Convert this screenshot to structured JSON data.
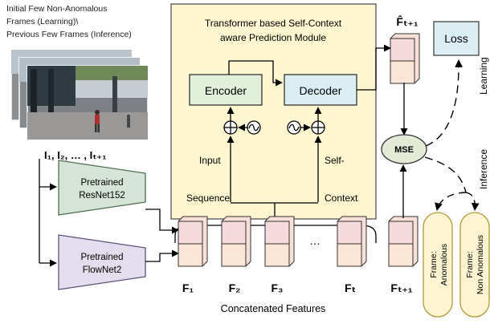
{
  "input_caption": {
    "line1": "Initial Few Non-Anomalous",
    "line2": "Frames (Learning)\\",
    "line3": "Previous Few Frames (Inference)"
  },
  "frames_label": "I₁,  I₂,  … , Iₜ₊₁",
  "module": {
    "title_line1": "Transformer based Self-Context",
    "title_line2": "aware Prediction Module",
    "encoder": "Encoder",
    "decoder": "Decoder",
    "input_label_line1": "Input",
    "input_label_line2": "Sequence",
    "self_context_line1": "Self-",
    "self_context_line2": "Context"
  },
  "extractors": {
    "resnet_line1": "Pretrained",
    "resnet_line2": "ResNet152",
    "flownet_line1": "Pretrained",
    "flownet_line2": "FlowNet2"
  },
  "features": {
    "labels": [
      "F₁",
      "F₂",
      "F₃",
      "Fₜ"
    ],
    "ellipsis": "…",
    "caption": "Concatenated Features",
    "target_label": "Fₜ₊₁",
    "predicted_label": "F̂ₜ₊₁"
  },
  "loss_label": "Loss",
  "mse_label": "MSE",
  "learning_label": "Learning",
  "inference_label": "Inference",
  "outcomes": {
    "anomalous_line1": "Frame:",
    "anomalous_line2": "Anomalous",
    "normal_line1": "Frame:",
    "normal_line2": "Non Anomalous"
  },
  "colors": {
    "module_fill": "#fdf6d0",
    "encoder_fill": "#e2efd9",
    "decoder_fill": "#daeef3",
    "loss_fill": "#dbeef4",
    "mse_fill": "#e3ebd7",
    "resnet_fill": "#d5e4d6",
    "flownet_fill": "#e3dded",
    "feature_top": "#f4dada",
    "feature_bottom": "#fbe5d6",
    "outcome_fill": "#fdf5d1"
  }
}
